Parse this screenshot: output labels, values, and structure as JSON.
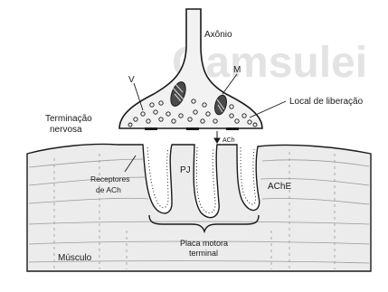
{
  "figure": {
    "labels": {
      "axon": "Axônio",
      "mitochondria": "M",
      "vesicles": "V",
      "release_site": "Local de liberação",
      "nerve_terminal_line1": "Terminação",
      "nerve_terminal_line2": "nervosa",
      "ach": "ACh",
      "receptors_line1": "Receptores",
      "receptors_line2": "de ACh",
      "junctional_fold": "PJ",
      "ache": "AChE",
      "endplate_line1": "Placa motora",
      "endplate_line2": "terminal",
      "muscle": "Músculo"
    },
    "watermark": "Gamsulei",
    "colors": {
      "ink": "#1a1a1a",
      "muscle_fill": "#ececec",
      "terminal_fill": "#f2f2f2",
      "fiber_line": "#9a9a9a",
      "watermark": "#e3e3e3"
    }
  }
}
